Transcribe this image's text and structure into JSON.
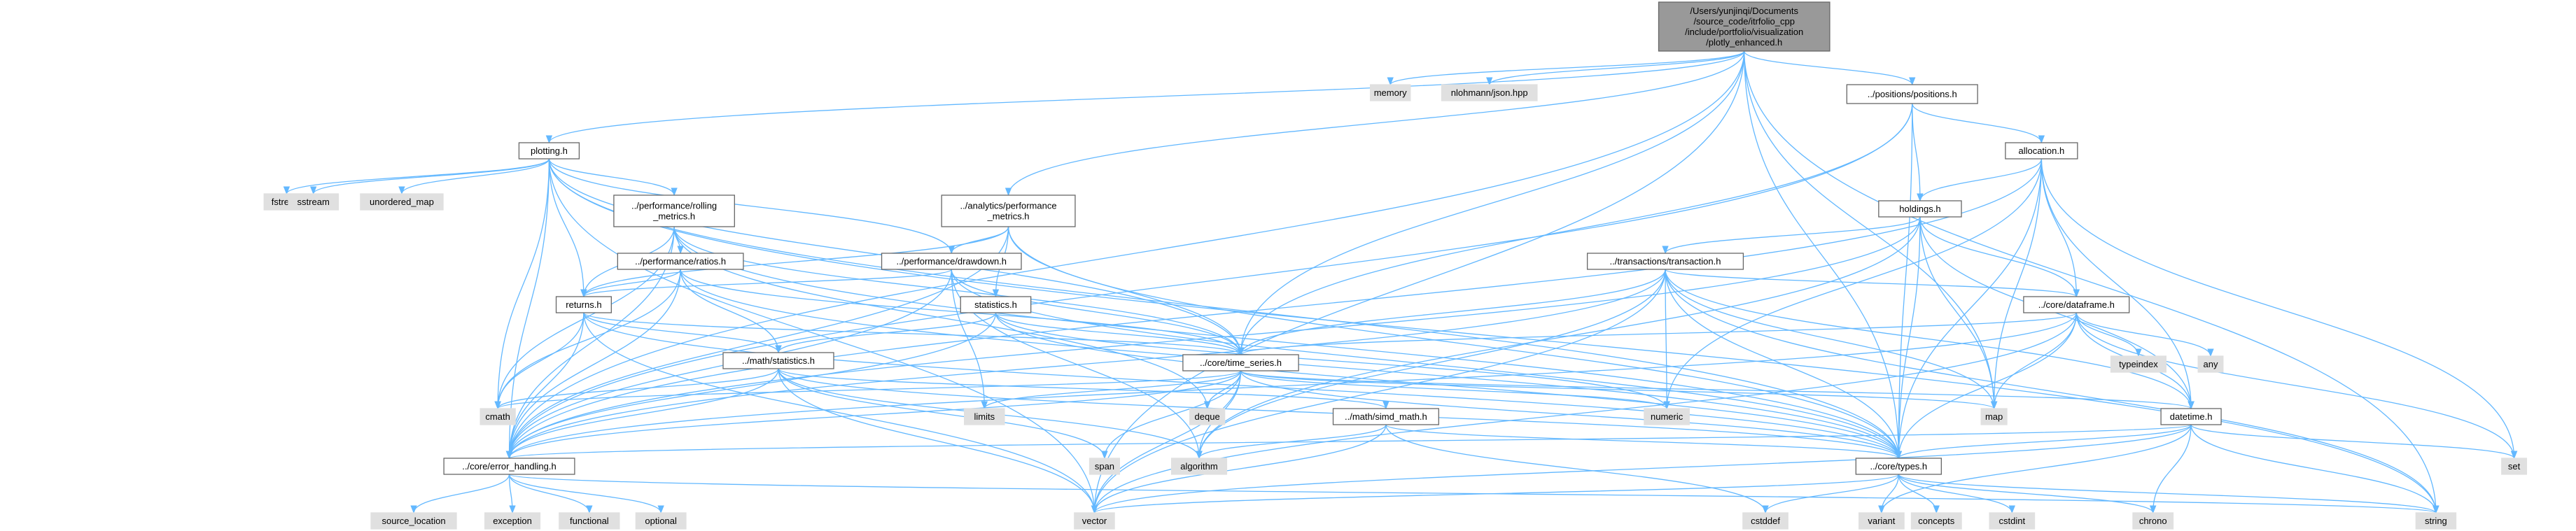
{
  "colors": {
    "root_fill": "#999999",
    "root_stroke": "#666666",
    "header_fill": "#ffffff",
    "header_stroke": "#666666",
    "system_fill": "#e0e0e0",
    "system_stroke": "#e0e0e0",
    "edge": "#63b8ff"
  },
  "nodes": [
    {
      "id": "root",
      "kind": "root",
      "lines": [
        "/Users/yunjinqi/Documents",
        "/source_code/itrfolio_cpp",
        "/include/portfolio/visualization",
        "/plotly_enhanced.h"
      ]
    },
    {
      "id": "memory",
      "kind": "system",
      "lines": [
        "memory"
      ]
    },
    {
      "id": "nlohmann_json",
      "kind": "system",
      "lines": [
        "nlohmann/json.hpp"
      ]
    },
    {
      "id": "positions_h",
      "kind": "header",
      "lines": [
        "../positions/positions.h"
      ]
    },
    {
      "id": "plotting_h",
      "kind": "header",
      "lines": [
        "plotting.h"
      ]
    },
    {
      "id": "allocation_h",
      "kind": "header",
      "lines": [
        "allocation.h"
      ]
    },
    {
      "id": "fstream",
      "kind": "system",
      "lines": [
        "fstream"
      ]
    },
    {
      "id": "sstream",
      "kind": "system",
      "lines": [
        "sstream"
      ]
    },
    {
      "id": "unordered_map",
      "kind": "system",
      "lines": [
        "unordered_map"
      ]
    },
    {
      "id": "rolling_metrics_h",
      "kind": "header",
      "lines": [
        "../performance/rolling",
        "_metrics.h"
      ]
    },
    {
      "id": "analytics_metrics_h",
      "kind": "header",
      "lines": [
        "../analytics/performance",
        "_metrics.h"
      ]
    },
    {
      "id": "holdings_h",
      "kind": "header",
      "lines": [
        "holdings.h"
      ]
    },
    {
      "id": "ratios_h",
      "kind": "header",
      "lines": [
        "../performance/ratios.h"
      ]
    },
    {
      "id": "drawdown_h",
      "kind": "header",
      "lines": [
        "../performance/drawdown.h"
      ]
    },
    {
      "id": "transaction_h",
      "kind": "header",
      "lines": [
        "../transactions/transaction.h"
      ]
    },
    {
      "id": "returns_h",
      "kind": "header",
      "lines": [
        "returns.h"
      ]
    },
    {
      "id": "statistics_h",
      "kind": "header",
      "lines": [
        "statistics.h"
      ]
    },
    {
      "id": "dataframe_h",
      "kind": "header",
      "lines": [
        "../core/dataframe.h"
      ]
    },
    {
      "id": "math_statistics_h",
      "kind": "header",
      "lines": [
        "../math/statistics.h"
      ]
    },
    {
      "id": "time_series_h",
      "kind": "header",
      "lines": [
        "../core/time_series.h"
      ]
    },
    {
      "id": "typeindex",
      "kind": "system",
      "lines": [
        "typeindex"
      ]
    },
    {
      "id": "any",
      "kind": "system",
      "lines": [
        "any"
      ]
    },
    {
      "id": "cmath",
      "kind": "system",
      "lines": [
        "cmath"
      ]
    },
    {
      "id": "limits",
      "kind": "system",
      "lines": [
        "limits"
      ]
    },
    {
      "id": "deque",
      "kind": "system",
      "lines": [
        "deque"
      ]
    },
    {
      "id": "simd_math_h",
      "kind": "header",
      "lines": [
        "../math/simd_math.h"
      ]
    },
    {
      "id": "numeric",
      "kind": "system",
      "lines": [
        "numeric"
      ]
    },
    {
      "id": "map",
      "kind": "system",
      "lines": [
        "map"
      ]
    },
    {
      "id": "datetime_h",
      "kind": "header",
      "lines": [
        "datetime.h"
      ]
    },
    {
      "id": "error_handling_h",
      "kind": "header",
      "lines": [
        "../core/error_handling.h"
      ]
    },
    {
      "id": "span",
      "kind": "system",
      "lines": [
        "span"
      ]
    },
    {
      "id": "algorithm",
      "kind": "system",
      "lines": [
        "algorithm"
      ]
    },
    {
      "id": "types_h",
      "kind": "header",
      "lines": [
        "../core/types.h"
      ]
    },
    {
      "id": "set",
      "kind": "system",
      "lines": [
        "set"
      ]
    },
    {
      "id": "source_location",
      "kind": "system",
      "lines": [
        "source_location"
      ]
    },
    {
      "id": "exception",
      "kind": "system",
      "lines": [
        "exception"
      ]
    },
    {
      "id": "functional",
      "kind": "system",
      "lines": [
        "functional"
      ]
    },
    {
      "id": "optional",
      "kind": "system",
      "lines": [
        "optional"
      ]
    },
    {
      "id": "vector",
      "kind": "system",
      "lines": [
        "vector"
      ]
    },
    {
      "id": "cstddef",
      "kind": "system",
      "lines": [
        "cstddef"
      ]
    },
    {
      "id": "variant",
      "kind": "system",
      "lines": [
        "variant"
      ]
    },
    {
      "id": "concepts",
      "kind": "system",
      "lines": [
        "concepts"
      ]
    },
    {
      "id": "cstdint",
      "kind": "system",
      "lines": [
        "cstdint"
      ]
    },
    {
      "id": "chrono",
      "kind": "system",
      "lines": [
        "chrono"
      ]
    },
    {
      "id": "string",
      "kind": "system",
      "lines": [
        "string"
      ]
    }
  ],
  "edges": [
    [
      "root",
      "memory"
    ],
    [
      "root",
      "nlohmann_json"
    ],
    [
      "root",
      "positions_h"
    ],
    [
      "root",
      "plotting_h"
    ],
    [
      "root",
      "analytics_metrics_h"
    ],
    [
      "root",
      "time_series_h"
    ],
    [
      "root",
      "error_handling_h"
    ],
    [
      "root",
      "types_h"
    ],
    [
      "root",
      "map"
    ],
    [
      "root",
      "vector"
    ],
    [
      "root",
      "string"
    ],
    [
      "positions_h",
      "allocation_h"
    ],
    [
      "positions_h",
      "holdings_h"
    ],
    [
      "positions_h",
      "time_series_h"
    ],
    [
      "positions_h",
      "error_handling_h"
    ],
    [
      "positions_h",
      "types_h"
    ],
    [
      "plotting_h",
      "fstream"
    ],
    [
      "plotting_h",
      "sstream"
    ],
    [
      "plotting_h",
      "unordered_map"
    ],
    [
      "plotting_h",
      "rolling_metrics_h"
    ],
    [
      "plotting_h",
      "drawdown_h"
    ],
    [
      "plotting_h",
      "returns_h"
    ],
    [
      "plotting_h",
      "time_series_h"
    ],
    [
      "plotting_h",
      "error_handling_h"
    ],
    [
      "plotting_h",
      "types_h"
    ],
    [
      "plotting_h",
      "cmath"
    ],
    [
      "plotting_h",
      "vector"
    ],
    [
      "plotting_h",
      "string"
    ],
    [
      "allocation_h",
      "holdings_h"
    ],
    [
      "allocation_h",
      "dataframe_h"
    ],
    [
      "allocation_h",
      "datetime_h"
    ],
    [
      "allocation_h",
      "map"
    ],
    [
      "allocation_h",
      "numeric"
    ],
    [
      "allocation_h",
      "error_handling_h"
    ],
    [
      "allocation_h",
      "types_h"
    ],
    [
      "allocation_h",
      "set"
    ],
    [
      "rolling_metrics_h",
      "ratios_h"
    ],
    [
      "rolling_metrics_h",
      "returns_h"
    ],
    [
      "rolling_metrics_h",
      "time_series_h"
    ],
    [
      "rolling_metrics_h",
      "error_handling_h"
    ],
    [
      "rolling_metrics_h",
      "types_h"
    ],
    [
      "rolling_metrics_h",
      "deque"
    ],
    [
      "rolling_metrics_h",
      "cmath"
    ],
    [
      "analytics_metrics_h",
      "drawdown_h"
    ],
    [
      "analytics_metrics_h",
      "returns_h"
    ],
    [
      "analytics_metrics_h",
      "statistics_h"
    ],
    [
      "analytics_metrics_h",
      "time_series_h"
    ],
    [
      "analytics_metrics_h",
      "error_handling_h"
    ],
    [
      "analytics_metrics_h",
      "types_h"
    ],
    [
      "holdings_h",
      "transaction_h"
    ],
    [
      "holdings_h",
      "dataframe_h"
    ],
    [
      "holdings_h",
      "datetime_h"
    ],
    [
      "holdings_h",
      "map"
    ],
    [
      "holdings_h",
      "types_h"
    ],
    [
      "holdings_h",
      "error_handling_h"
    ],
    [
      "holdings_h",
      "algorithm"
    ],
    [
      "ratios_h",
      "returns_h"
    ],
    [
      "ratios_h",
      "math_statistics_h"
    ],
    [
      "ratios_h",
      "time_series_h"
    ],
    [
      "ratios_h",
      "error_handling_h"
    ],
    [
      "ratios_h",
      "types_h"
    ],
    [
      "ratios_h",
      "cmath"
    ],
    [
      "drawdown_h",
      "returns_h"
    ],
    [
      "drawdown_h",
      "time_series_h"
    ],
    [
      "drawdown_h",
      "error_handling_h"
    ],
    [
      "drawdown_h",
      "types_h"
    ],
    [
      "drawdown_h",
      "limits"
    ],
    [
      "drawdown_h",
      "algorithm"
    ],
    [
      "transaction_h",
      "time_series_h"
    ],
    [
      "transaction_h",
      "dataframe_h"
    ],
    [
      "transaction_h",
      "datetime_h"
    ],
    [
      "transaction_h",
      "types_h"
    ],
    [
      "transaction_h",
      "numeric"
    ],
    [
      "transaction_h",
      "error_handling_h"
    ],
    [
      "transaction_h",
      "map"
    ],
    [
      "transaction_h",
      "vector"
    ],
    [
      "transaction_h",
      "algorithm"
    ],
    [
      "transaction_h",
      "string"
    ],
    [
      "returns_h",
      "math_statistics_h"
    ],
    [
      "returns_h",
      "time_series_h"
    ],
    [
      "returns_h",
      "error_handling_h"
    ],
    [
      "returns_h",
      "types_h"
    ],
    [
      "returns_h",
      "cmath"
    ],
    [
      "returns_h",
      "vector"
    ],
    [
      "statistics_h",
      "math_statistics_h"
    ],
    [
      "statistics_h",
      "time_series_h"
    ],
    [
      "statistics_h",
      "error_handling_h"
    ],
    [
      "statistics_h",
      "types_h"
    ],
    [
      "statistics_h",
      "numeric"
    ],
    [
      "dataframe_h",
      "time_series_h"
    ],
    [
      "dataframe_h",
      "datetime_h"
    ],
    [
      "dataframe_h",
      "types_h"
    ],
    [
      "dataframe_h",
      "typeindex"
    ],
    [
      "dataframe_h",
      "any"
    ],
    [
      "dataframe_h",
      "map"
    ],
    [
      "dataframe_h",
      "set"
    ],
    [
      "dataframe_h",
      "vector"
    ],
    [
      "dataframe_h",
      "error_handling_h"
    ],
    [
      "math_statistics_h",
      "simd_math_h"
    ],
    [
      "math_statistics_h",
      "error_handling_h"
    ],
    [
      "math_statistics_h",
      "types_h"
    ],
    [
      "math_statistics_h",
      "cmath"
    ],
    [
      "math_statistics_h",
      "span"
    ],
    [
      "math_statistics_h",
      "algorithm"
    ],
    [
      "math_statistics_h",
      "vector"
    ],
    [
      "time_series_h",
      "datetime_h"
    ],
    [
      "time_series_h",
      "error_handling_h"
    ],
    [
      "time_series_h",
      "types_h"
    ],
    [
      "time_series_h",
      "limits"
    ],
    [
      "time_series_h",
      "deque"
    ],
    [
      "time_series_h",
      "cmath"
    ],
    [
      "time_series_h",
      "numeric"
    ],
    [
      "time_series_h",
      "map"
    ],
    [
      "time_series_h",
      "span"
    ],
    [
      "time_series_h",
      "algorithm"
    ],
    [
      "time_series_h",
      "vector"
    ],
    [
      "simd_math_h",
      "types_h"
    ],
    [
      "simd_math_h",
      "algorithm"
    ],
    [
      "simd_math_h",
      "cstddef"
    ],
    [
      "simd_math_h",
      "vector"
    ],
    [
      "datetime_h",
      "error_handling_h"
    ],
    [
      "datetime_h",
      "types_h"
    ],
    [
      "datetime_h",
      "set"
    ],
    [
      "datetime_h",
      "chrono"
    ],
    [
      "datetime_h",
      "string"
    ],
    [
      "datetime_h",
      "variant"
    ],
    [
      "datetime_h",
      "vector"
    ],
    [
      "error_handling_h",
      "source_location"
    ],
    [
      "error_handling_h",
      "exception"
    ],
    [
      "error_handling_h",
      "functional"
    ],
    [
      "error_handling_h",
      "optional"
    ],
    [
      "error_handling_h",
      "string"
    ],
    [
      "types_h",
      "vector"
    ],
    [
      "types_h",
      "cstddef"
    ],
    [
      "types_h",
      "variant"
    ],
    [
      "types_h",
      "concepts"
    ],
    [
      "types_h",
      "cstdint"
    ],
    [
      "types_h",
      "chrono"
    ],
    [
      "types_h",
      "string"
    ]
  ]
}
